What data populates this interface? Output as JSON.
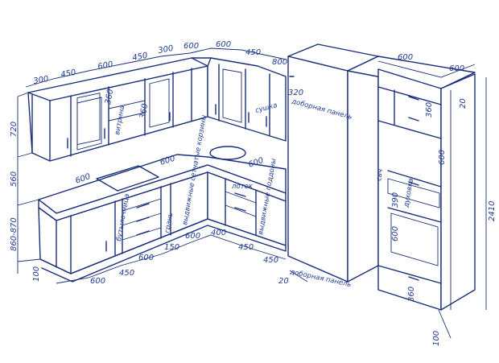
{
  "diagram": {
    "wall_top_dims": [
      "300",
      "450",
      "600",
      "450",
      "300",
      "600",
      "600",
      "450",
      "800"
    ],
    "wall_side_dims": [
      "720",
      "560",
      "860-870",
      "100"
    ],
    "wall_cabinet_depths": [
      "360",
      "360",
      "320"
    ],
    "countertop_dims": [
      "600",
      "600",
      "600"
    ],
    "base_bottom_dims": [
      "600",
      "450",
      "600",
      "150",
      "600",
      "400",
      "450",
      "450",
      "20"
    ],
    "tall_top_dims": [
      "600",
      "600"
    ],
    "tall_side_dims": [
      "20",
      "360",
      "600",
      "390",
      "600",
      "360",
      "2410",
      "100"
    ],
    "notes": [
      "витрина",
      "сушка",
      "доборная панель",
      "бутылочница",
      "выдвижные сетчатые корзины",
      "духовка",
      "свч",
      "лоток",
      "выдвижные поддоны",
      "доборная панель",
      "грань"
    ]
  }
}
